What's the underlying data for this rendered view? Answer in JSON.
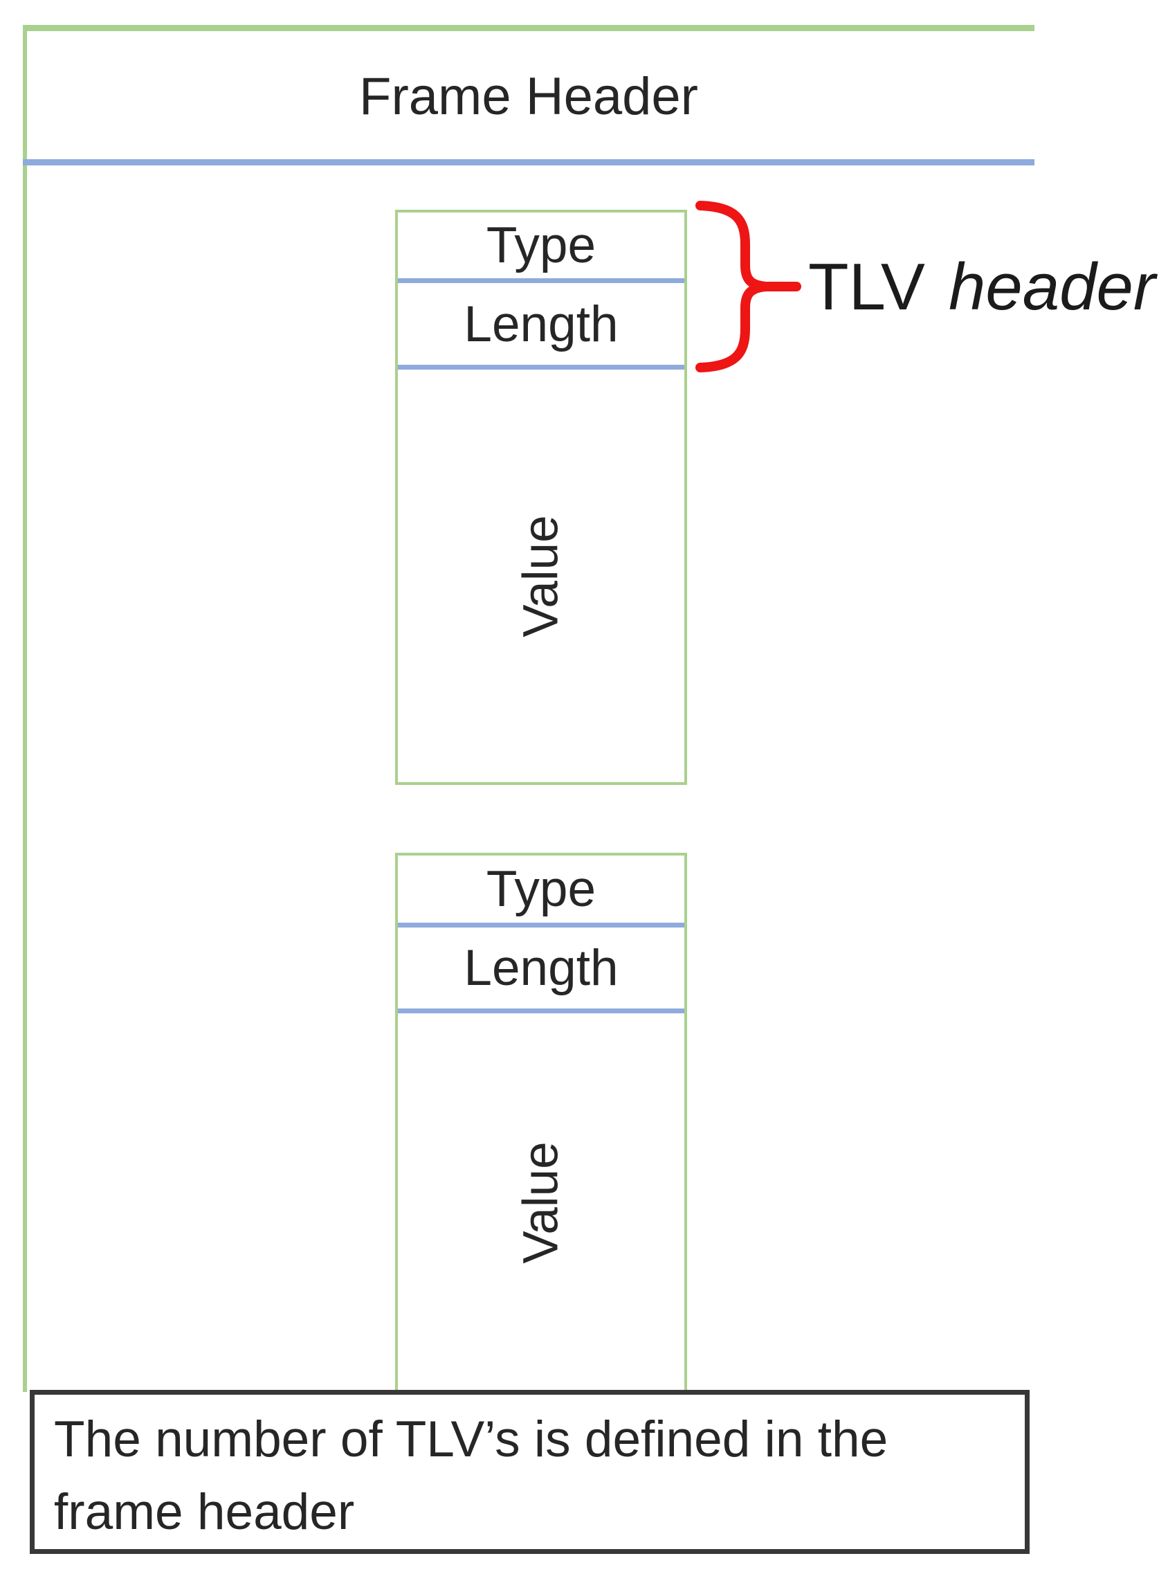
{
  "frame": {
    "header_label": "Frame Header"
  },
  "tlv_blocks": [
    {
      "type": "Type",
      "length": "Length",
      "value": "Value"
    },
    {
      "type": "Type",
      "length": "Length",
      "value": "Value"
    }
  ],
  "annotation": {
    "prefix": "TLV",
    "emphasis": "header"
  },
  "note": {
    "text": "The number of TLV’s is defined in the frame header"
  },
  "colors": {
    "green_border": "#a9d18e",
    "blue_line": "#8faadc",
    "red_brace": "#ee1515",
    "text": "#262626",
    "annotation_text": "#1b1b1b",
    "note_border": "#383838",
    "page_bg": "#ffffff"
  }
}
